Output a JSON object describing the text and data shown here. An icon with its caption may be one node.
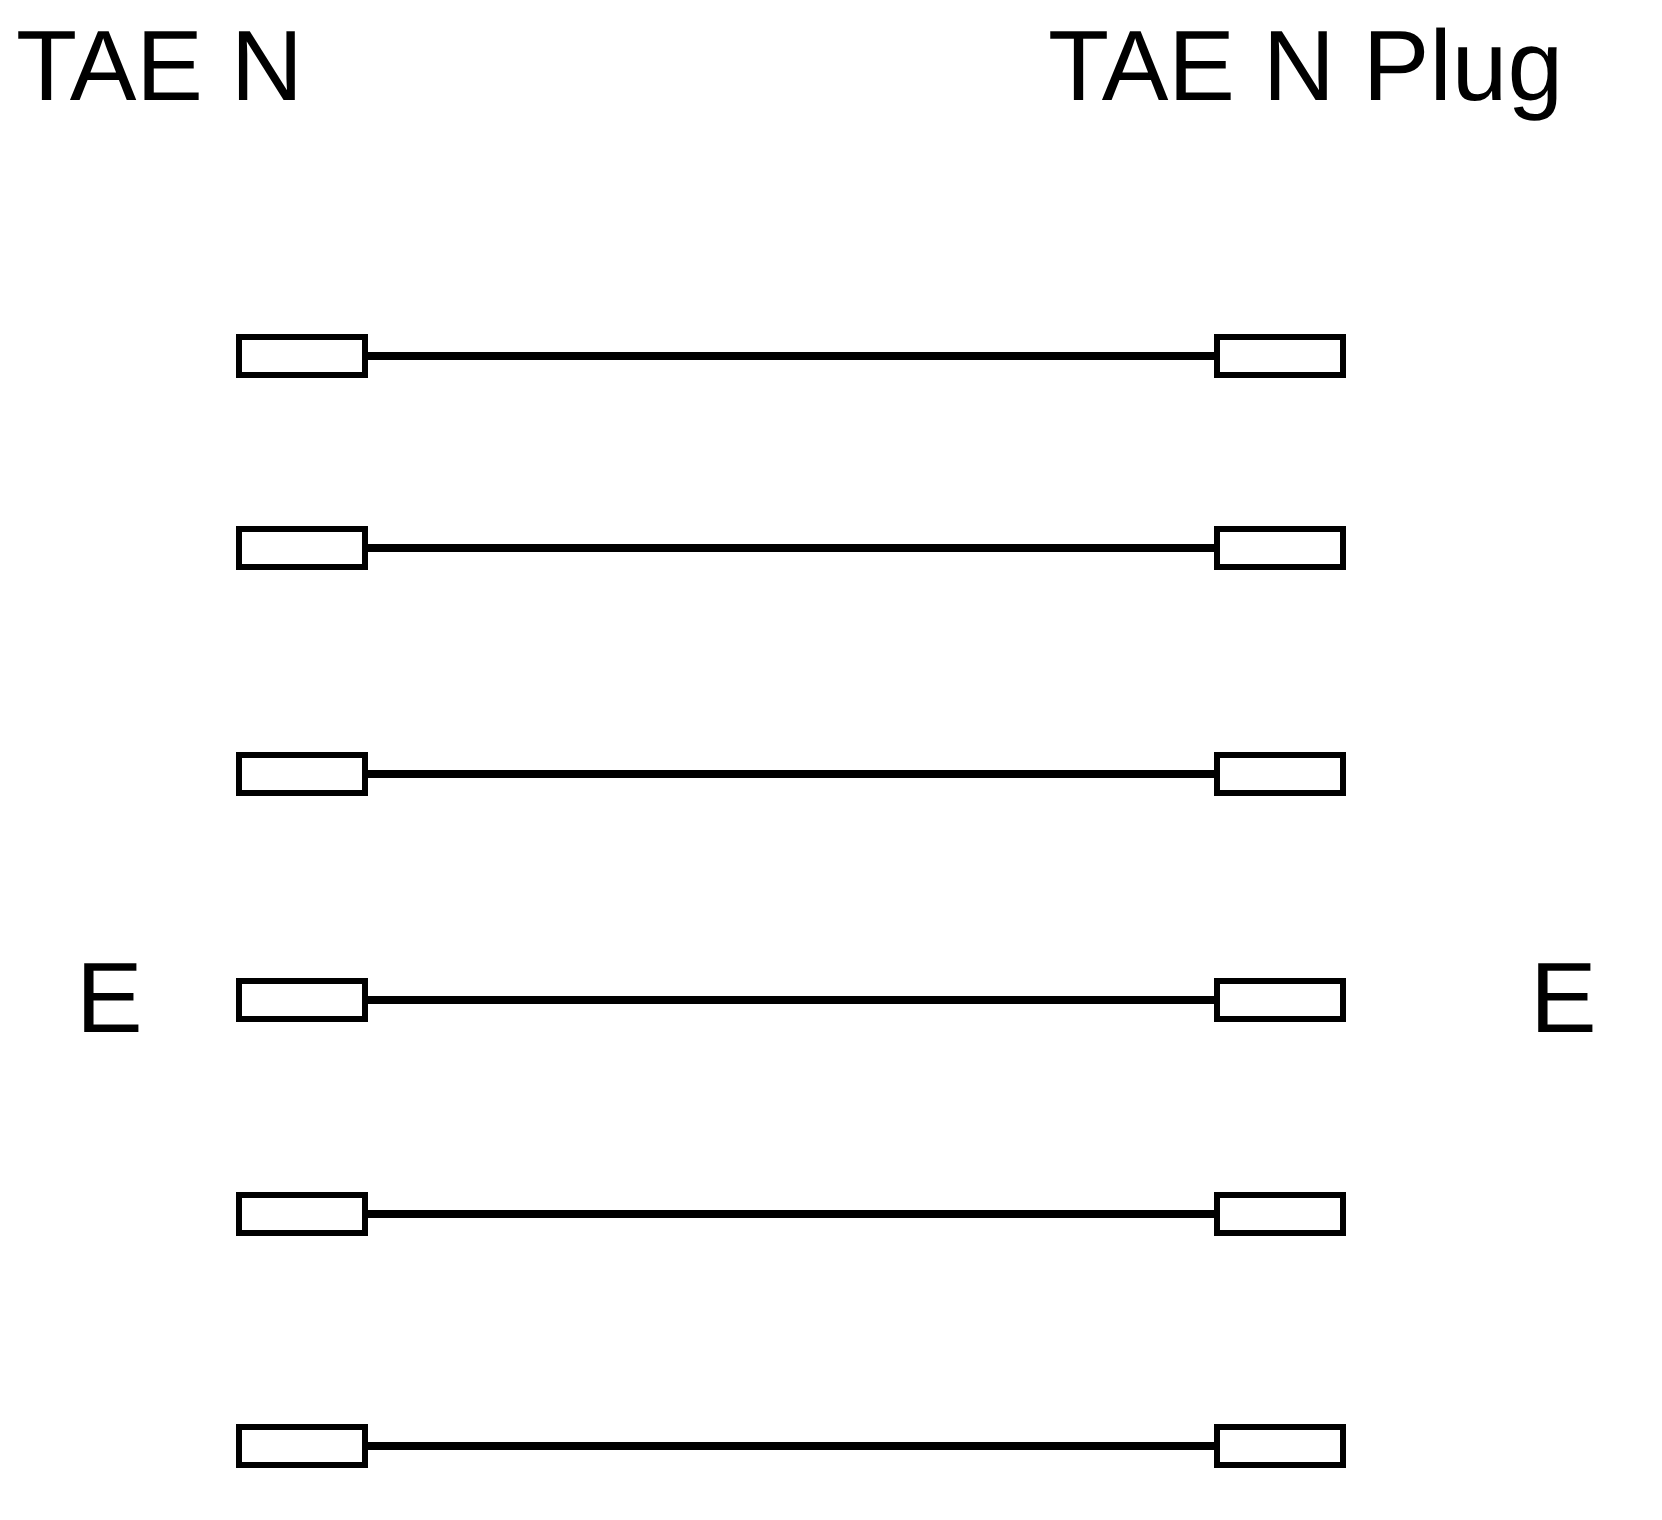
{
  "diagram": {
    "nodes": [
      {
        "text": [],
        "shape": "box"
      },
      {
        "text": [],
        "shape": "box"
      },
      {
        "text": [],
        "shape": "box"
      },
      {
        "text": [],
        "shape": "box"
      },
      {
        "text": [],
        "shape": "box"
      },
      {
        "text": [],
        "shape": "box"
      },
      {
        "text": [],
        "shape": "box"
      },
      {
        "text": [],
        "shape": "box"
      },
      {
        "text": [],
        "shape": "box"
      },
      {
        "text": [],
        "shape": "box"
      },
      {
        "text": [],
        "shape": "box"
      },
      {
        "text": [],
        "shape": "box"
      }
    ],
    "edges": [
      {
        "from": 0,
        "to": 1,
        "arrow": "none"
      },
      {
        "from": 2,
        "to": 3,
        "arrow": "none"
      },
      {
        "from": 4,
        "to": 5,
        "arrow": "none"
      },
      {
        "from": 6,
        "to": 7,
        "arrow": "none"
      },
      {
        "from": 8,
        "to": 9,
        "arrow": "none"
      },
      {
        "from": 10,
        "to": 11,
        "arrow": "none"
      }
    ],
    "labels": [
      "TAE N",
      "TAE N Plug",
      "E",
      "E"
    ]
  }
}
